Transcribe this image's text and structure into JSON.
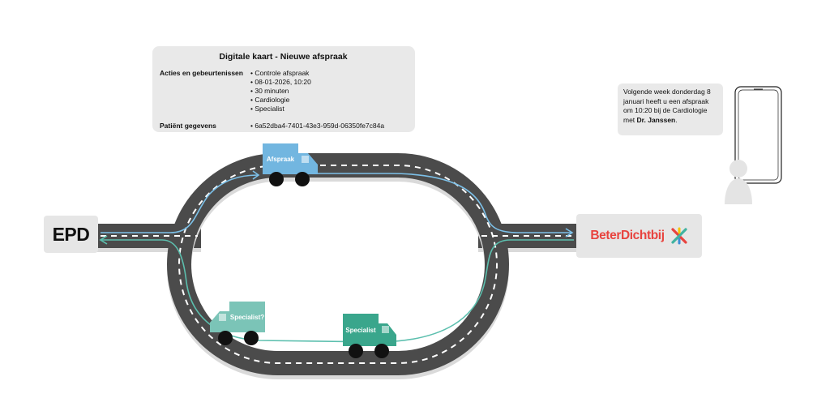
{
  "card": {
    "title": "Digitale kaart - Nieuwe afspraak",
    "rows": [
      {
        "label": "Acties en gebeurtenissen",
        "values": [
          "Controle afspraak",
          "08-01-2026, 10:20",
          "30 minuten",
          "Cardiologie",
          "Specialist"
        ]
      },
      {
        "label": "Patiënt gegevens",
        "values": [
          "6a52dba4-7401-43e3-959d-06350fe7c84a"
        ]
      }
    ]
  },
  "nodes": {
    "epd": "EPD",
    "beterdichtbij": "BeterDichtbij"
  },
  "trucks": [
    {
      "label": "Afspraak",
      "color": "#72b6e0"
    },
    {
      "label": "Specialist?",
      "color": "#7bc4b7"
    },
    {
      "label": "Specialist",
      "color": "#3aa68c"
    }
  ],
  "message": {
    "text_prefix": "Volgende week donderdag 8 januari heeft u een afspraak om 10:20 bij de Cardiologie met ",
    "text_bold": "Dr. Janssen",
    "text_suffix": "."
  },
  "colors": {
    "road": "#4b4b4b",
    "road_shadow": "#dadada",
    "road_markings": "#ffffff",
    "route_blue": "#7cc0e8",
    "route_teal": "#5cbfae",
    "brand_red": "#e8433e",
    "brand_green": "#3fb3a0",
    "brand_yellow": "#f6c400",
    "brand_blue": "#3c8fd6"
  },
  "icons": {
    "phone": "smartphone-icon",
    "person": "person-icon",
    "logo": "beterdichtbij-logo-icon"
  }
}
